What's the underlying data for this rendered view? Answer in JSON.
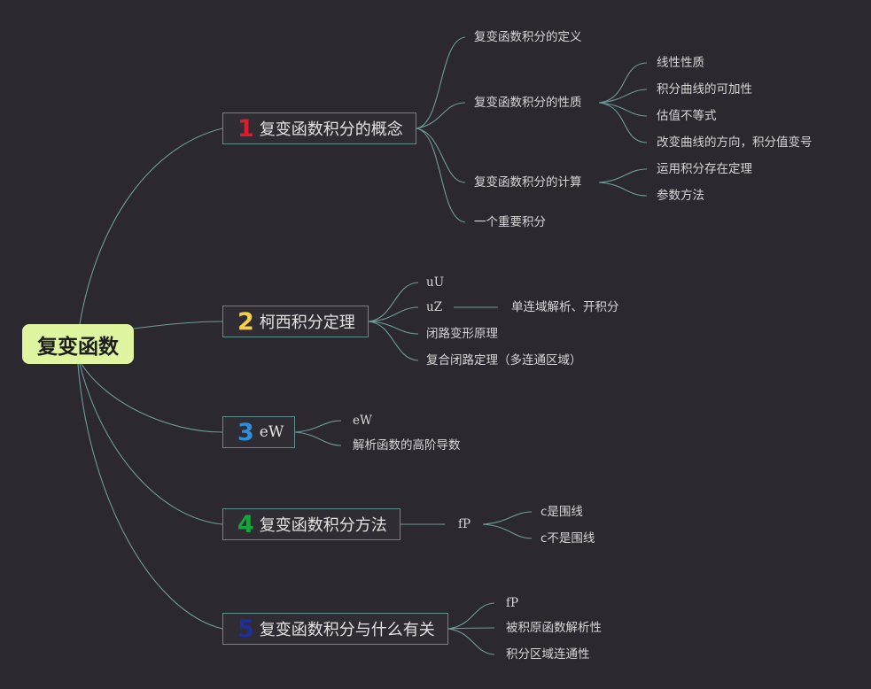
{
  "root": {
    "label": "复变函数"
  },
  "branches": [
    {
      "num": "1",
      "num_color": "#e0192d",
      "label": "复变函数积分的概念",
      "children": [
        {
          "label": "复变函数积分的定义"
        },
        {
          "label": "复变函数积分的性质",
          "children": [
            "线性性质",
            "积分曲线的可加性",
            "估值不等式",
            "改变曲线的方向，积分值变号"
          ]
        },
        {
          "label": "复变函数积分的计算",
          "children": [
            "运用积分存在定理",
            "参数方法"
          ]
        },
        {
          "label": "一个重要积分"
        }
      ]
    },
    {
      "num": "2",
      "num_color": "#f7cf45",
      "label": "柯西积分定理",
      "children": [
        {
          "label": "uU"
        },
        {
          "label": "uZ",
          "children": [
            "单连域解析、开积分"
          ]
        },
        {
          "label": "闭路变形原理"
        },
        {
          "label": "复合闭路定理（多连通区域）"
        }
      ]
    },
    {
      "num": "3",
      "num_color": "#2b8fde",
      "label": "eW",
      "children": [
        {
          "label": "eW"
        },
        {
          "label": "解析函数的高阶导数"
        }
      ]
    },
    {
      "num": "4",
      "num_color": "#1aa33a",
      "label": "复变函数积分方法",
      "children": [
        {
          "label": "fP",
          "children": [
            "c是围线",
            "c不是围线"
          ]
        }
      ]
    },
    {
      "num": "5",
      "num_color": "#1f2f9a",
      "label": "复变函数积分与什么有关",
      "children": [
        {
          "label": "fP"
        },
        {
          "label": "被积原函数解析性"
        },
        {
          "label": "积分区域连通性"
        }
      ]
    }
  ]
}
